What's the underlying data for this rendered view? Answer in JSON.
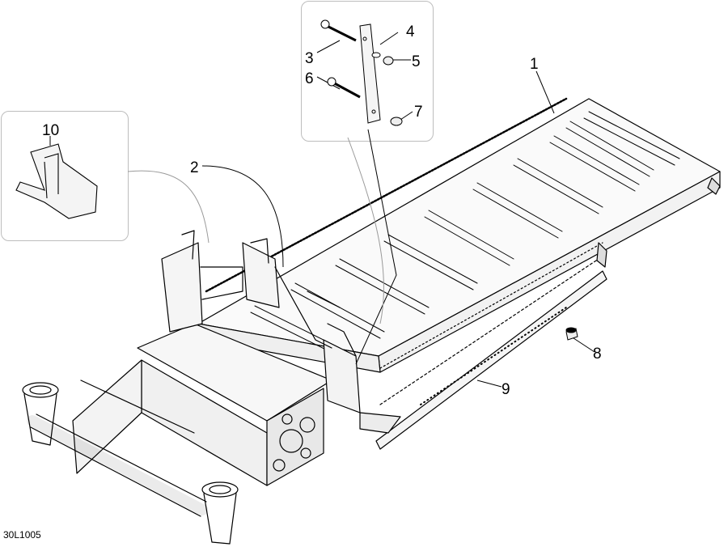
{
  "diagram": {
    "figure_code": "30L1005",
    "callouts": [
      {
        "id": "c1",
        "label": "1"
      },
      {
        "id": "c2",
        "label": "2"
      },
      {
        "id": "c3",
        "label": "3"
      },
      {
        "id": "c4",
        "label": "4"
      },
      {
        "id": "c5",
        "label": "5"
      },
      {
        "id": "c6",
        "label": "6"
      },
      {
        "id": "c7",
        "label": "7"
      },
      {
        "id": "c8",
        "label": "8"
      },
      {
        "id": "c9",
        "label": "9"
      },
      {
        "id": "c10",
        "label": "10"
      }
    ],
    "colors": {
      "line": "#000000",
      "inset_border": "#bdbdbd",
      "leader_gray": "#9a9a9a",
      "background": "#ffffff"
    }
  }
}
